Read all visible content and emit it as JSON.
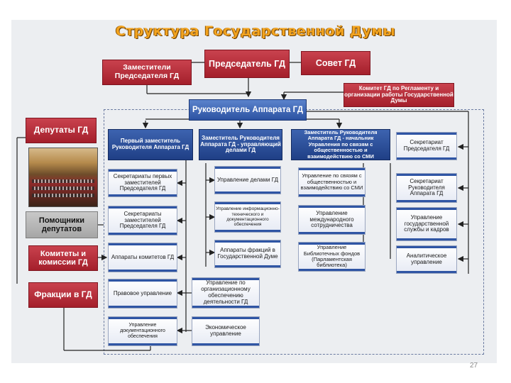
{
  "title": "Структура Государственной Думы",
  "top": {
    "deputies_chair": "Заместители Председателя ГД",
    "chairman": "Председатель ГД",
    "council": "Совет ГД",
    "committee": "Комитет ГД по Регламенту и организации работы Государственной Думы",
    "apparatus_head": "Руководитель Аппарата ГД"
  },
  "left": {
    "deputies": "Депутаты ГД",
    "assistants": "Помощники депутатов",
    "committees": "Комитеты и комиссии ГД",
    "fractions": "Фракции в ГД"
  },
  "deputy_heads": {
    "first": "Первый заместитель Руководителя Аппарата ГД",
    "affairs": "Заместитель Руководителя Аппарата ГД - управляющий делами ГД",
    "public": "Заместитель Руководителя Аппарата ГД - начальник Управления по связям с общественностью и взаимодействию со СМИ"
  },
  "col1": [
    "Секретариаты первых заместителей Председателя ГД",
    "Секретариаты заместителей Председателя ГД",
    "Аппараты комитетов ГД",
    "Правовое управление",
    "Управление документационного обеспечения"
  ],
  "col2": [
    "Управление делами ГД",
    "Управление информационно-технического и документационного обеспечения",
    "Аппараты фракций в Государственной Думе",
    "Управление по организационному обеспечению деятельности ГД",
    "Экономическое управление"
  ],
  "col3": [
    "Управление по связям с общественностью и взаимодействию со СМИ",
    "Управление международного сотрудничества",
    "Управление Библиотечных фондов (Парламентская библиотека)"
  ],
  "col4": [
    "Секретариат Председателя ГД",
    "Секретариат Руководителя Аппарата ГД",
    "Управление государственной службы и кадров",
    "Аналитическое управление"
  ],
  "page_number": "27",
  "colors": {
    "red": "#a41f2b",
    "blue": "#1f3f86",
    "title": "#f2a31f"
  }
}
